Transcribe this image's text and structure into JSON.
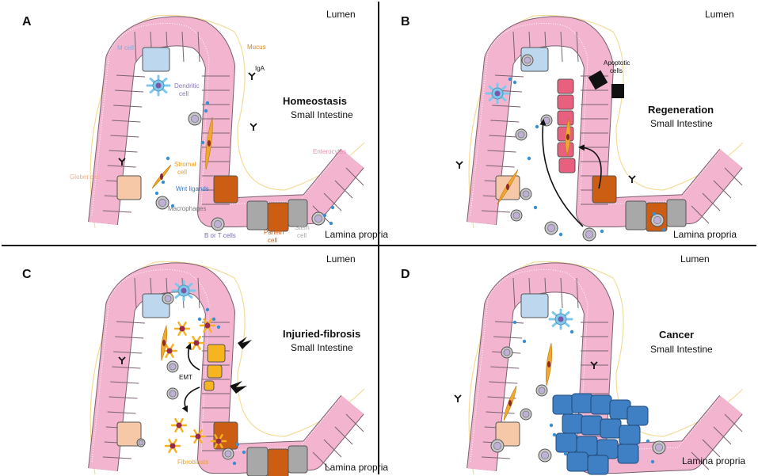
{
  "colors": {
    "enterocyte": "#f2b4cf",
    "enterocyte_stroke": "#7a6070",
    "mcell": "#bcd7ee",
    "goblet": "#f7c8a8",
    "paneth": "#cc5e14",
    "stem": "#a8a8a8",
    "dendritic": "#7ec8ec",
    "immune": "#bfb0d6",
    "mucus": "#f2dc98",
    "wnt": "#3a8fd0",
    "stromal": "#f0a830",
    "fibroblast": "#f6b320",
    "regen": "#e8607e",
    "tumor": "#3f7fc4",
    "emt": "#f7b421"
  },
  "panels": [
    {
      "letter": "A",
      "lumen": "Lumen",
      "lamina": "Lamina propria",
      "state": "Homeostasis",
      "organ": "Small Intestine",
      "labels": {
        "mcell": "M cell",
        "mucus": "Mucus",
        "iga": "IgA",
        "dendritic_1": "Dendritic",
        "dendritic_2": "cell",
        "enterocytes": "Enterocytes",
        "goblet": "Globet cell",
        "stromal_1": "Stromal",
        "stromal_2": "cell",
        "wnt": "Wnt ligands",
        "macrophages": "Macrophages",
        "bt": "B or T cells",
        "paneth_1": "Paneth",
        "paneth_2": "cell",
        "stem_1": "Stem",
        "stem_2": "cell"
      }
    },
    {
      "letter": "B",
      "lumen": "Lumen",
      "lamina": "Lamina propria",
      "state": "Regeneration",
      "organ": "Small Intestine",
      "labels": {
        "apoptotic_1": "Apoptotic",
        "apoptotic_2": "cells"
      }
    },
    {
      "letter": "C",
      "lumen": "Lumen",
      "lamina": "Lamina propria",
      "state": "Injuried-fibrosis",
      "organ": "Small Intestine",
      "labels": {
        "emt": "EMT",
        "fibroblasts": "Fibroblasts"
      }
    },
    {
      "letter": "D",
      "lumen": "Lumen",
      "lamina": "Lamina propria",
      "state": "Cancer",
      "organ": "Small Intestine",
      "labels": {}
    }
  ]
}
